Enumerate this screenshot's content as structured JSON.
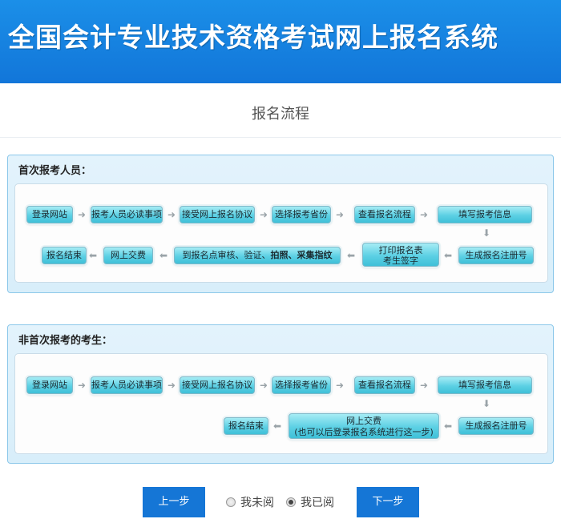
{
  "header": {
    "title": "全国会计专业技术资格考试网上报名系统"
  },
  "page": {
    "title": "报名流程"
  },
  "first_time": {
    "label": "首次报考人员：",
    "row1": [
      "登录网站",
      "报考人员必读事项",
      "接受网上报名协议",
      "选择报考省份",
      "查看报名流程",
      "填写报考信息"
    ],
    "row2": {
      "register": "生成报名注册号",
      "print_line1": "打印报名表",
      "print_line2": "考生签字",
      "review_prefix": "到报名点审核、验证、",
      "review_bold": "拍照、采集指纹",
      "pay": "网上交费",
      "end": "报名结束"
    }
  },
  "returning": {
    "label": "非首次报考的考生：",
    "row1": [
      "登录网站",
      "报考人员必读事项",
      "接受网上报名协议",
      "选择报考省份",
      "查看报名流程",
      "填写报考信息"
    ],
    "row2": {
      "register": "生成报名注册号",
      "pay_line1": "网上交费",
      "pay_line2": "(也可以后登录报名系统进行这一步)",
      "end": "报名结束"
    }
  },
  "footer": {
    "prev_label": "上一步",
    "next_label": "下一步",
    "unread_label": "我未阅",
    "read_label": "我已阅",
    "selected": "read"
  },
  "colors": {
    "banner": "#1276d9",
    "button": "#1576d6",
    "step": "#5cd0e4"
  },
  "icons": {
    "arrow_right": "right-arrow-icon",
    "arrow_down": "down-arrow-icon",
    "arrow_left": "left-arrow-icon"
  }
}
